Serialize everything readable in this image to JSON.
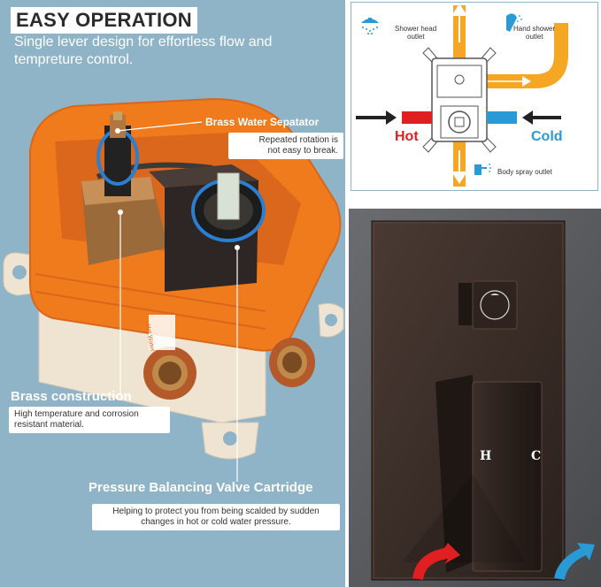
{
  "header": {
    "title": "EASY OPERATION",
    "subtitle": "Single lever design for effortless flow and tempreture control."
  },
  "callouts": {
    "separator": {
      "title": "Brass Water Sepatator",
      "desc_line1": "Repeated rotation is",
      "desc_line2": "not easy to break."
    },
    "brass": {
      "title": "Brass construction",
      "desc_line1": "High temperature and corrosion",
      "desc_line2": "resistant material."
    },
    "cartridge": {
      "title": "Pressure Balancing Valve Cartridge",
      "desc_line1": "Helping to protect you from being scalded by sudden",
      "desc_line2": "changes in hot or cold water pressure."
    }
  },
  "valve_body": {
    "sticker_label": "Hot Water"
  },
  "diagram": {
    "shower_head_line1": "Shower head",
    "shower_head_line2": "outlet",
    "hand_shower_line1": "Hand shower",
    "hand_shower_line2": "outlet",
    "hot": "Hot",
    "cold": "Cold",
    "body_spray": "Body spray outlet"
  },
  "photo": {
    "h": "H",
    "c": "C"
  },
  "colors": {
    "panel_blue": "#8fb4c7",
    "orange": "#f07b1d",
    "hot_red": "#e02020",
    "cold_blue": "#2a9ad6",
    "bronze": "#3a2c26"
  }
}
